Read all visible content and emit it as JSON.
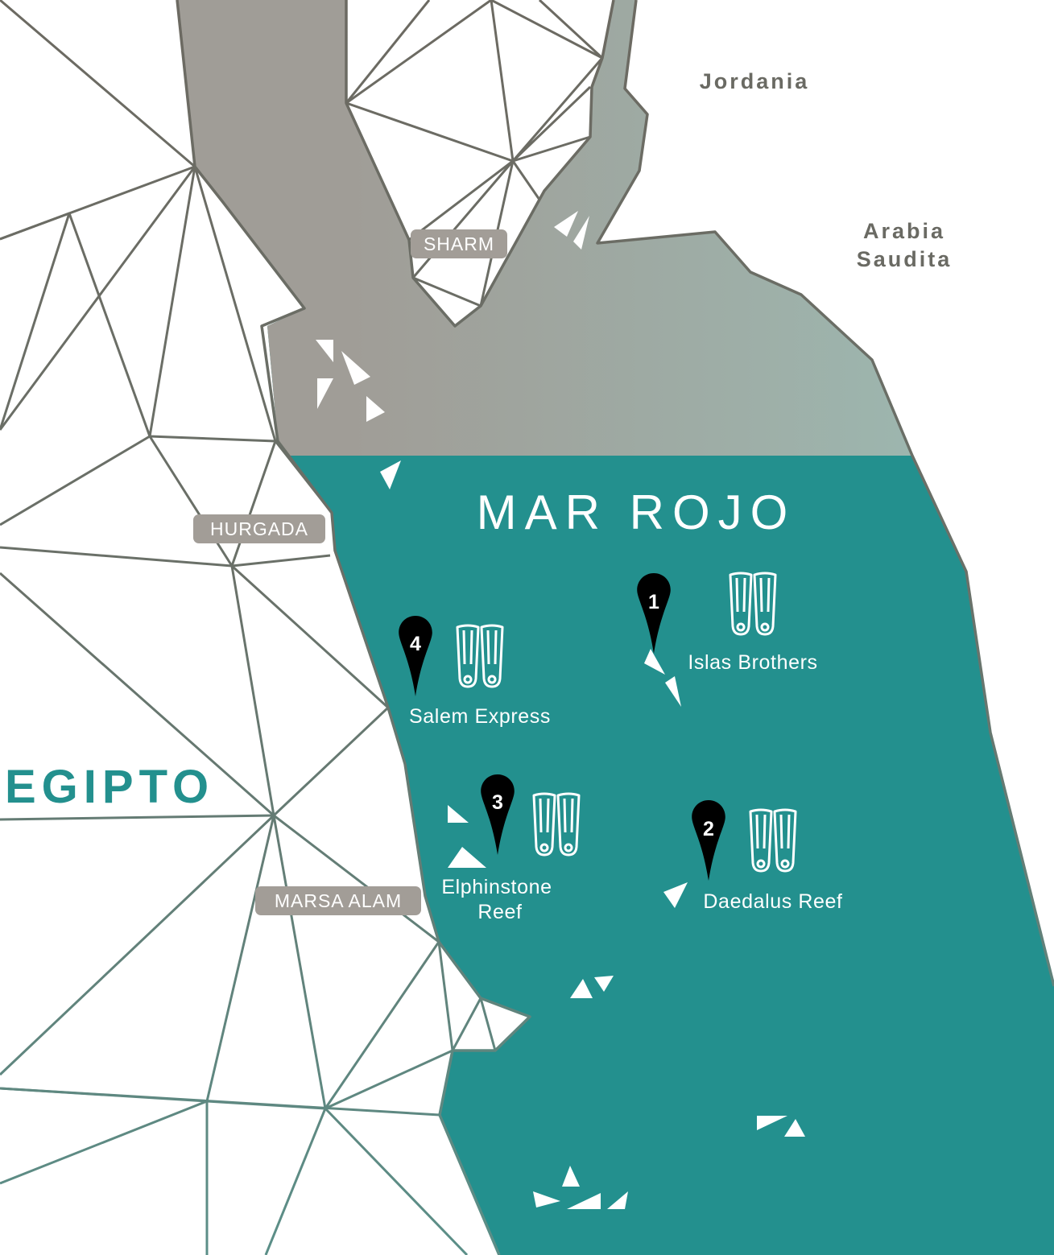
{
  "map": {
    "sea_label": "MAR ROJO",
    "egypt_label": "EGIPTO",
    "countries": {
      "jordan": "Jordania",
      "saudi_line1": "Arabia",
      "saudi_line2": "Saudita"
    },
    "cities": {
      "sharm": "SHARM",
      "hurgada": "HURGADA",
      "marsa_alam": "MARSA ALAM"
    },
    "dive_sites": [
      {
        "number": "1",
        "name": "Islas Brothers"
      },
      {
        "number": "2",
        "name": "Daedalus Reef"
      },
      {
        "number": "3",
        "name_line1": "Elphinstone",
        "name_line2": "Reef"
      },
      {
        "number": "4",
        "name": "Salem Express"
      }
    ],
    "marker_icon": "map-pin-icon",
    "dive_icon": "diving-fins-icon"
  },
  "colors": {
    "sea": "#23908e",
    "gulf_start": "#a09d97",
    "gulf_end": "#9cbcb4",
    "land_lines_top": "#6c6a62",
    "land_lines_bottom": "#5b8f88",
    "label_box": "#a29d97",
    "country_text": "#6a6a63",
    "egypt_text": "#23908e",
    "marker": "#000000",
    "white": "#ffffff"
  }
}
